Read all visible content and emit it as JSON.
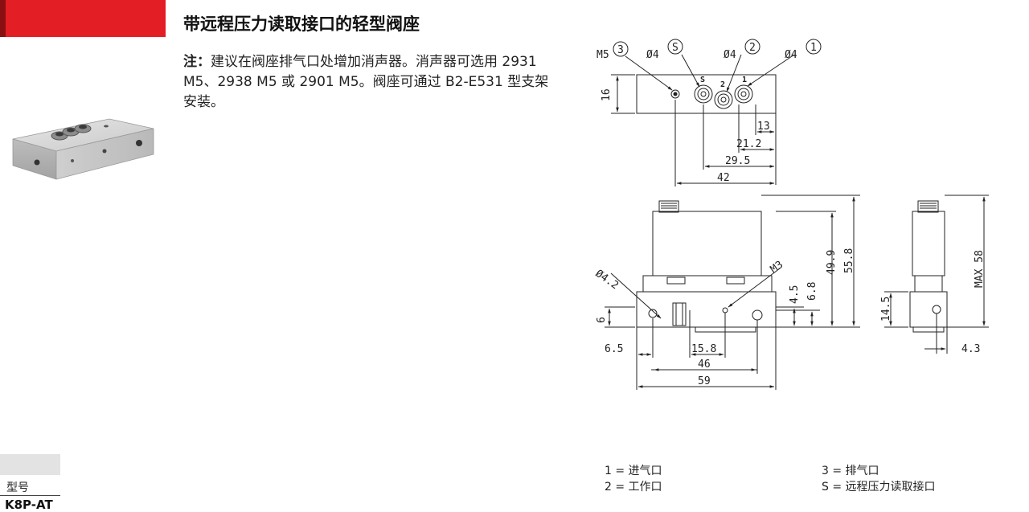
{
  "header": {
    "title": "带远程压力读取接口的轻型阀座"
  },
  "note": {
    "label": "注",
    "colon": "：",
    "text": "建议在阀座排气口处增加消声器。消声器可选用 2931 M5、2938 M5 或 2901 M5。阀座可通过 B2-E531 型支架安装。"
  },
  "drawing": {
    "top_view": {
      "callouts": [
        "M5",
        "3",
        "Ø4",
        "S",
        "Ø4",
        "2",
        "Ø4",
        "1"
      ],
      "port_marks": [
        "S",
        "2",
        "1"
      ],
      "dims": [
        "16",
        "13",
        "21.2",
        "29.5",
        "42"
      ]
    },
    "front_view": {
      "dims": [
        "Ø4.2",
        "M3",
        "4.5",
        "6.8",
        "49.9",
        "55.8",
        "6",
        "6.5",
        "15.8",
        "46",
        "59"
      ]
    },
    "side_view": {
      "dims": [
        "MAX 58",
        "14.5",
        "4.3"
      ]
    }
  },
  "legend": [
    {
      "text": "1 = 进气口"
    },
    {
      "text": "2 = 工作口"
    },
    {
      "text": "3 = 排气口"
    },
    {
      "text": "S = 远程压力读取接口"
    }
  ],
  "table": {
    "header_label": "型号",
    "model": "K8P-AT"
  }
}
